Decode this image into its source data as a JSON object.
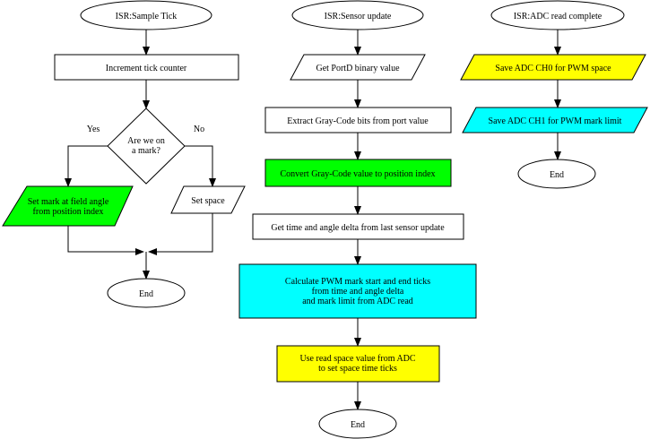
{
  "colors": {
    "background": "#ffffff",
    "stroke": "#000000",
    "white": "#ffffff",
    "green": "#00ff00",
    "cyan": "#00ffff",
    "yellow": "#ffff00"
  },
  "nodes": {
    "isr_sample_tick": {
      "lines": [
        "ISR:Sample Tick"
      ]
    },
    "increment_tick": {
      "lines": [
        "Increment tick counter"
      ]
    },
    "on_mark_decision": {
      "lines": [
        "Are we on",
        "a mark?"
      ]
    },
    "set_mark": {
      "lines": [
        "Set mark at field angle",
        "from position index"
      ]
    },
    "set_space": {
      "lines": [
        "Set space"
      ]
    },
    "end_tick": {
      "lines": [
        "End"
      ]
    },
    "isr_sensor_update": {
      "lines": [
        "ISR:Sensor update"
      ]
    },
    "get_portd": {
      "lines": [
        "Get PortD binary value"
      ]
    },
    "extract_gray": {
      "lines": [
        "Extract Gray-Code bits from port value"
      ]
    },
    "convert_gray": {
      "lines": [
        "Convert Gray-Code value to position index"
      ]
    },
    "get_time_angle": {
      "lines": [
        "Get time and angle delta from last sensor update"
      ]
    },
    "calc_pwm": {
      "lines": [
        "Calculate PWM mark start and end ticks",
        "from time and angle delta",
        "and mark limit from ADC read"
      ]
    },
    "use_space": {
      "lines": [
        "Use read space value from ADC",
        "to set space time ticks"
      ]
    },
    "end_sensor": {
      "lines": [
        "End"
      ]
    },
    "isr_adc": {
      "lines": [
        "ISR:ADC read complete"
      ]
    },
    "save_ch0": {
      "lines": [
        "Save ADC CH0 for PWM space"
      ]
    },
    "save_ch1": {
      "lines": [
        "Save ADC CH1 for PWM mark limit"
      ]
    },
    "end_adc": {
      "lines": [
        "End"
      ]
    }
  },
  "edge_labels": {
    "yes": "Yes",
    "no": "No"
  }
}
